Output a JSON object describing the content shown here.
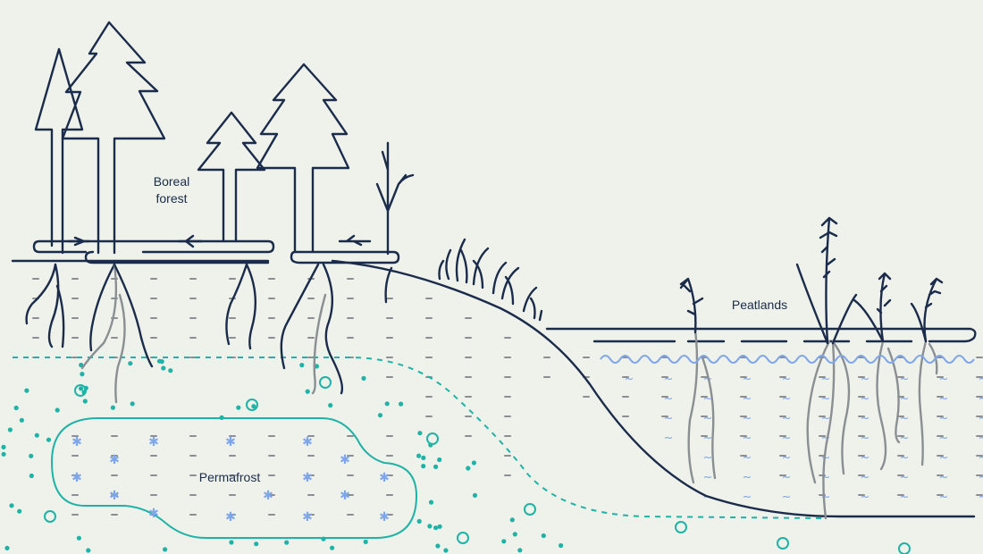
{
  "labels": {
    "boreal_forest_line1": "Boreal",
    "boreal_forest_line2": "forest",
    "peatlands": "Peatlands",
    "permafrost": "Permafrost"
  },
  "colors": {
    "background": "#eef2ea",
    "ink": "#1b2b4b",
    "teal": "#1fb3a8",
    "water_blue": "#7fa6ea",
    "soil_grey": "#8b8f93"
  },
  "icons": [
    "conifer-tree-icon",
    "bare-sapling-icon",
    "grass-tuft-icon",
    "peat-plant-icon",
    "wave-icon",
    "snowflake-icon"
  ]
}
